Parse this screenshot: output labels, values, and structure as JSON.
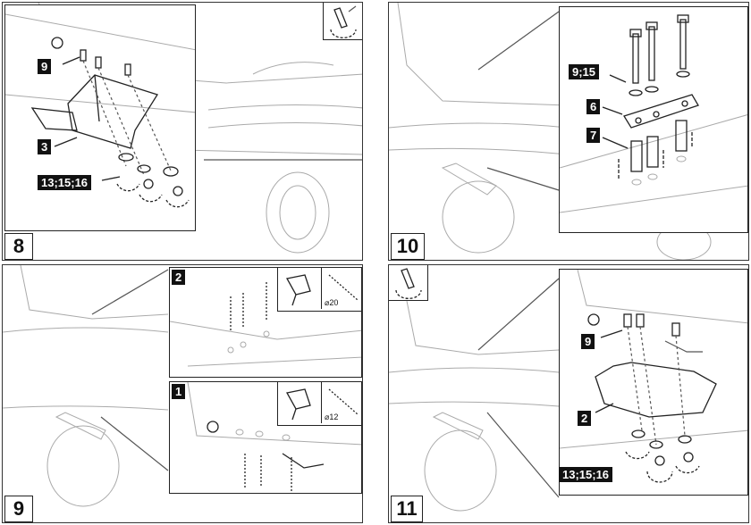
{
  "steps": [
    {
      "number": "8",
      "labels": [
        "9",
        "3",
        "13;15;16"
      ]
    },
    {
      "number": "10",
      "labels": [
        "9;15",
        "6",
        "7"
      ]
    },
    {
      "number": "9",
      "labels": [
        "2",
        "1"
      ],
      "drill_sizes": [
        "⌀20",
        "⌀12"
      ]
    },
    {
      "number": "11",
      "labels": [
        "9",
        "2",
        "13;15;16"
      ]
    }
  ]
}
